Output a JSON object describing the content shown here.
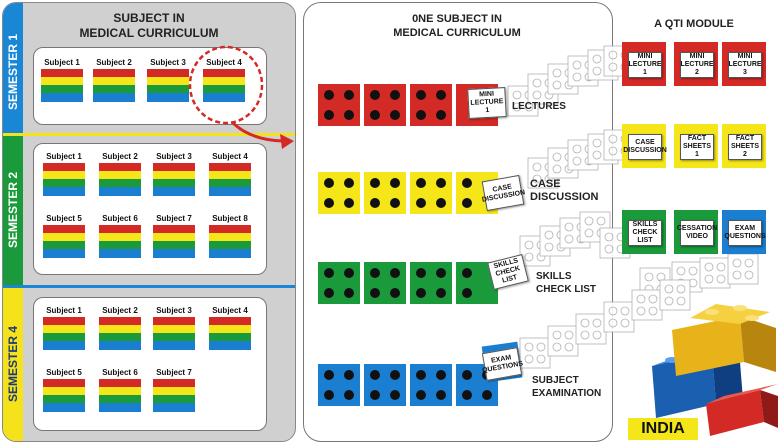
{
  "left_panel": {
    "title_line1": "SUBJECT IN",
    "title_line2": "MEDICAL CURRICULUM",
    "semesters": [
      {
        "label": "SEMESTER 1",
        "color": "#1a87d6",
        "subjects": [
          "Subject 1",
          "Subject 2",
          "Subject 3",
          "Subject 4"
        ]
      },
      {
        "label": "SEMESTER 2",
        "color": "#1a9a3a",
        "subjects": [
          "Subject 1",
          "Subject 2",
          "Subject 3",
          "Subject 4",
          "Subject 5",
          "Subject 6",
          "Subject 7",
          "Subject 8"
        ]
      },
      {
        "label": "SEMESTER 4",
        "color": "#f5e21a",
        "subjects": [
          "Subject 1",
          "Subject 2",
          "Subject 3",
          "Subject 4",
          "Subject 5",
          "Subject 6",
          "Subject 7"
        ]
      }
    ]
  },
  "middle_panel": {
    "title_line1": "0NE SUBJECT IN",
    "title_line2": "MEDICAL CURRICULUM",
    "rows": [
      {
        "card": "MINI LECTURE 1",
        "label": "LECTURES",
        "color": "#d42a26"
      },
      {
        "card": "CASE DISCUSSION",
        "label_line1": "CASE",
        "label_line2": "DISCUSSION",
        "color": "#f5e61a"
      },
      {
        "card": "SKILLS CHECK LIST",
        "label_line1": "SKILLS",
        "label_line2": "CHECK LIST",
        "color": "#1a9a3a"
      },
      {
        "card": "EXAM QUESTIONS",
        "label_line1": "SUBJECT",
        "label_line2": "EXAMINATION",
        "color": "#1a7fd0"
      }
    ]
  },
  "qti_module": {
    "title": "A QTI MODULE",
    "rows": [
      {
        "color": "#d42a26",
        "cards": [
          "MINI LECTURE 1",
          "MINI LECTURE 2",
          "MINI LECTURE 3"
        ]
      },
      {
        "color": "#f5e61a",
        "cards": [
          "CASE DISCUSSION",
          "FACT SHEETS 1",
          "FACT SHEETS 2"
        ]
      },
      {
        "color": "#1a9a3a",
        "cards": [
          "SKILLS CHECK LIST",
          "CESSATION VIDEO",
          "EXAM QUESTIONS"
        ]
      }
    ]
  },
  "brand": {
    "label": "INDIA"
  },
  "colors": {
    "red": "#d42a26",
    "yellow": "#f5e61a",
    "green": "#1a9a3a",
    "blue": "#1a7fd0",
    "arrow": "#d42a26"
  }
}
